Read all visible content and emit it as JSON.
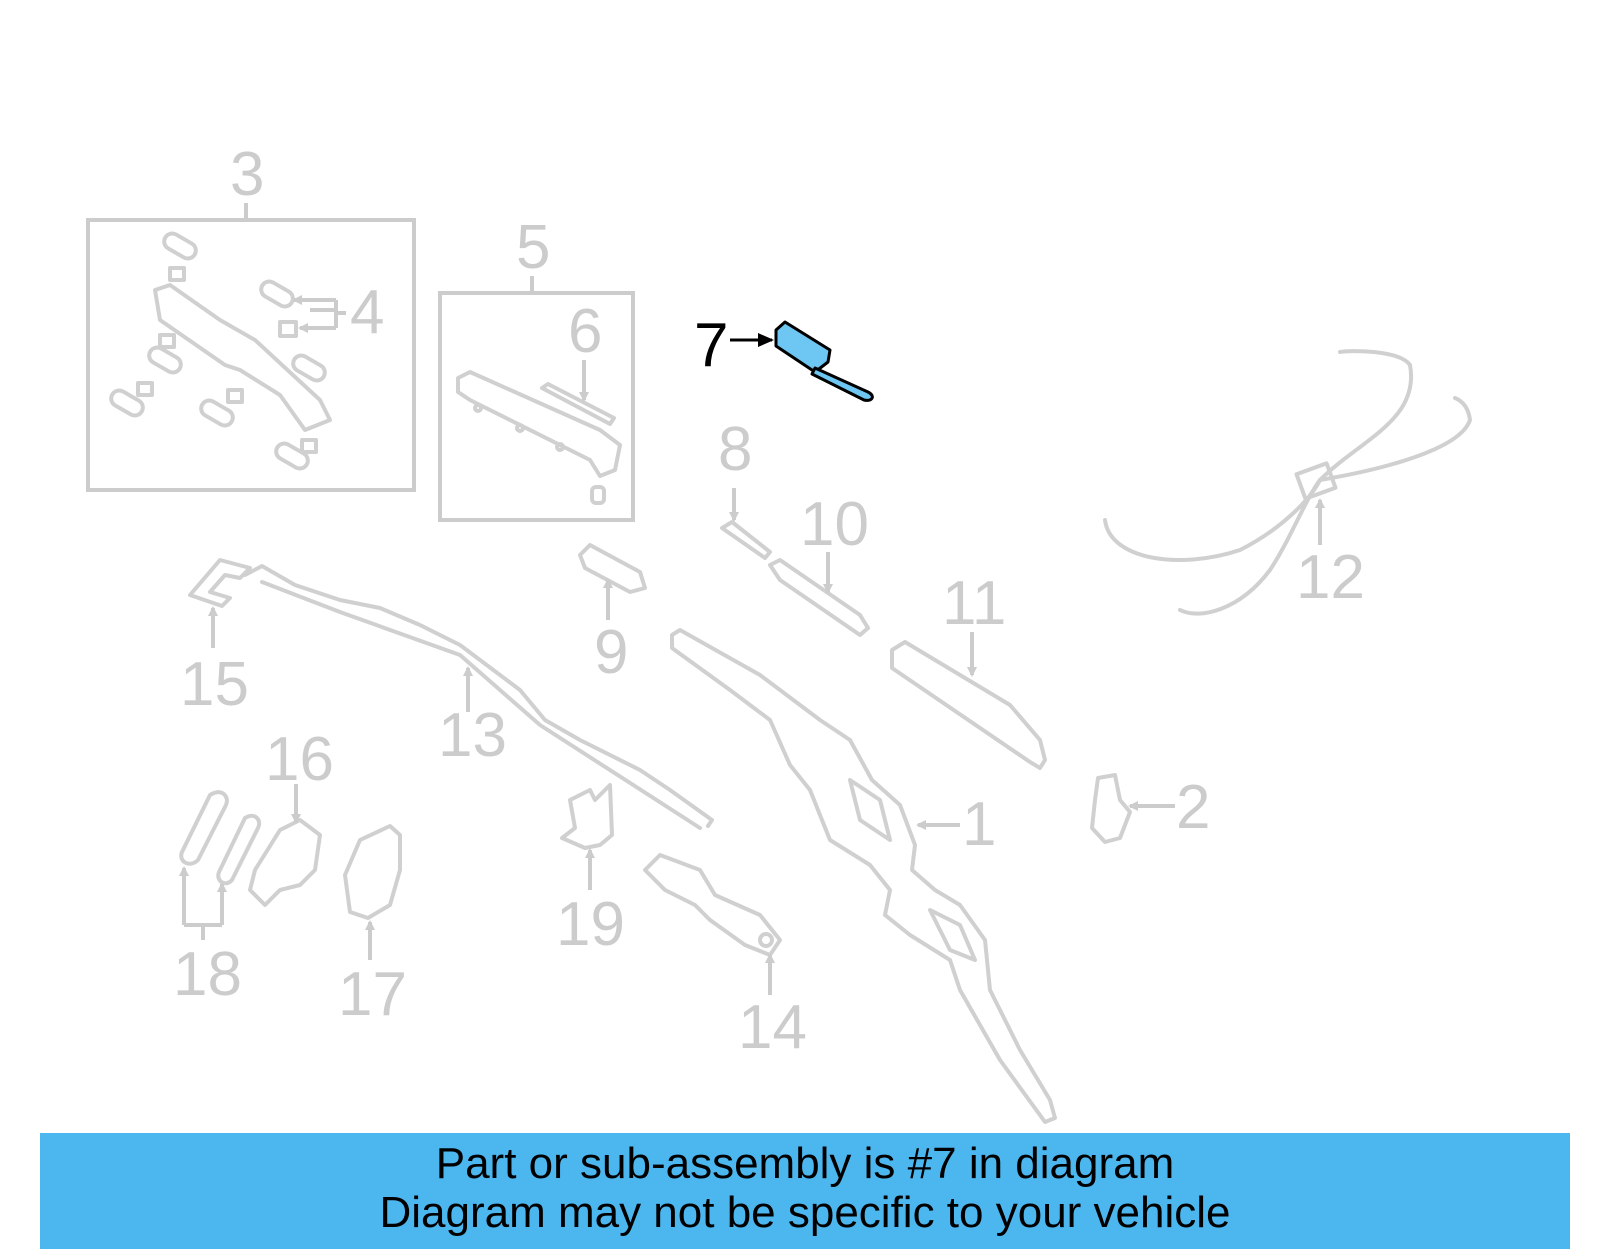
{
  "banner": {
    "line1": "Part or sub-assembly is #7 in diagram",
    "line2": "Diagram may not be specific to your vehicle"
  },
  "colors": {
    "highlight": "#6ec6f2",
    "banner": "#4cb6ef",
    "parts": "#d0d0d0"
  },
  "highlighted_part": "7",
  "callouts": {
    "c1": "1",
    "c2": "2",
    "c3": "3",
    "c4": "4",
    "c5": "5",
    "c6": "6",
    "c7": "7",
    "c8": "8",
    "c9": "9",
    "c10": "10",
    "c11": "11",
    "c12": "12",
    "c13": "13",
    "c14": "14",
    "c15": "15",
    "c16": "16",
    "c17": "17",
    "c18": "18",
    "c19": "19"
  }
}
